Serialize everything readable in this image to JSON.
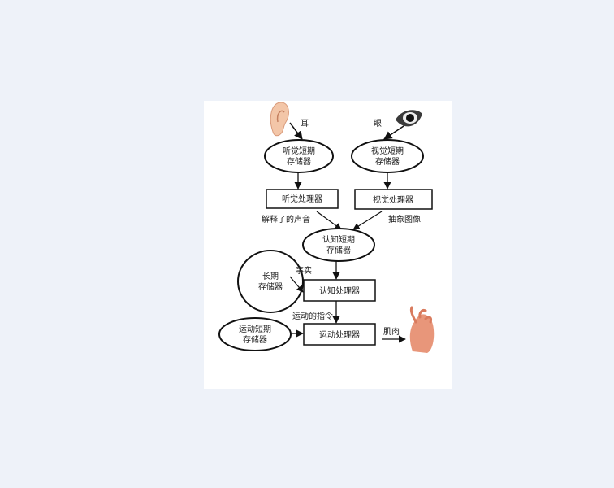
{
  "diagram": {
    "inputs": {
      "ear_label": "耳",
      "eye_label": "眼"
    },
    "auditory_store": [
      "听觉短期",
      "存储器"
    ],
    "visual_store": [
      "视觉短期",
      "存储器"
    ],
    "auditory_processor": "听觉处理器",
    "visual_processor": "视觉处理器",
    "auditory_output": "解释了的声音",
    "visual_output": "抽象图像",
    "cognitive_store": [
      "认知短期",
      "存储器"
    ],
    "long_term_store": [
      "长期",
      "存储器"
    ],
    "facts_label": "事实",
    "cognitive_processor": "认知处理器",
    "motor_command_label": "运动的指令",
    "motor_store": [
      "运动短期",
      "存储器"
    ],
    "motor_processor": "运动处理器",
    "muscle_label": "肌肉"
  }
}
